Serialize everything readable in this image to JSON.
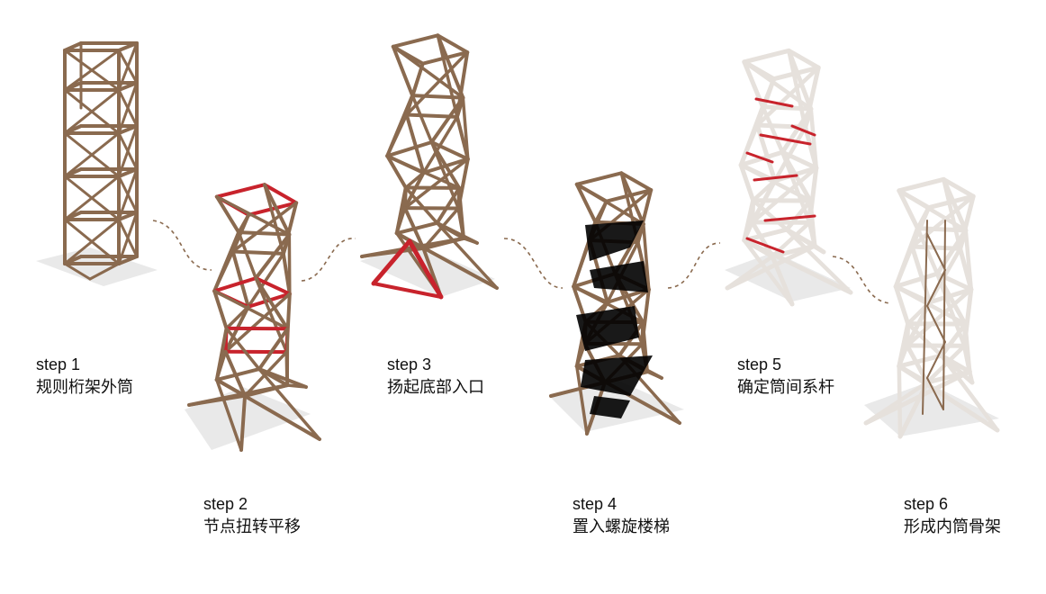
{
  "colors": {
    "wood": "#8a6a4f",
    "red": "#c8232c",
    "ghost": "#e6e1dc",
    "shadow": "#d9d9d9",
    "connector": "#8a6a4f"
  },
  "steps": [
    {
      "step": "step 1",
      "caption": "规则桁架外筒"
    },
    {
      "step": "step 2",
      "caption": "节点扭转平移"
    },
    {
      "step": "step 3",
      "caption": "扬起底部入口"
    },
    {
      "step": "step 4",
      "caption": "置入螺旋楼梯"
    },
    {
      "step": "step 5",
      "caption": "确定筒间系杆"
    },
    {
      "step": "step 6",
      "caption": "形成内筒骨架"
    }
  ]
}
